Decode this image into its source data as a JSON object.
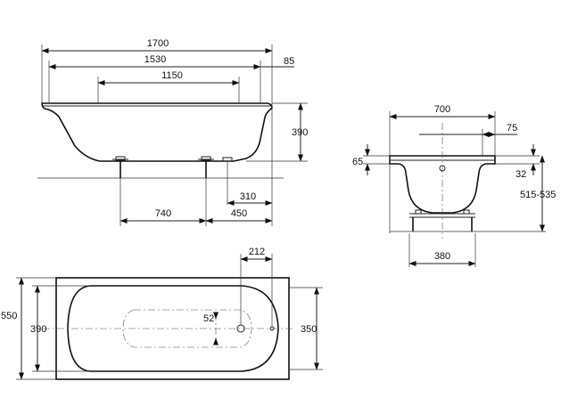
{
  "dimensions": {
    "side_1700": "1700",
    "side_1530": "1530",
    "side_85": "85",
    "side_1150": "1150",
    "side_390": "390",
    "side_310": "310",
    "side_740": "740",
    "side_450": "450",
    "front_700": "700",
    "front_75": "75",
    "front_65": "65",
    "front_32": "32",
    "front_515_535": "515-535",
    "front_380": "380",
    "top_212": "212",
    "top_550": "550",
    "top_390": "390",
    "top_52": "52",
    "top_350": "350"
  }
}
